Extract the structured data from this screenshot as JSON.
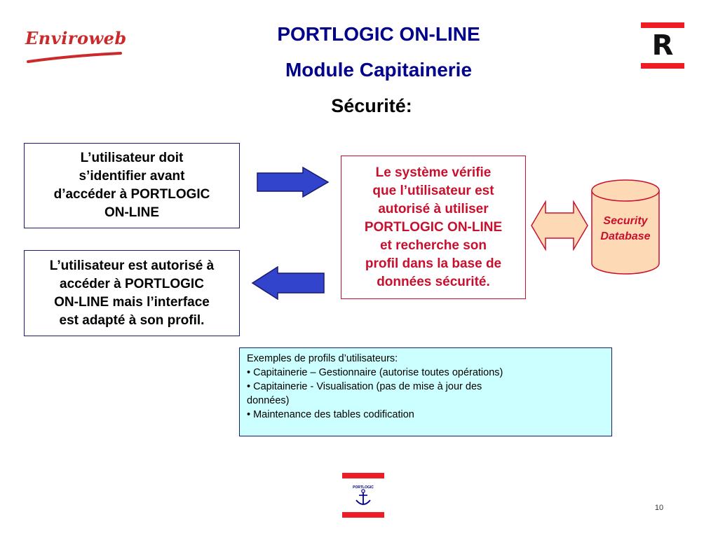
{
  "header": {
    "brand_logo_text": "Enviroweb",
    "title": "PORTLOGIC ON-LINE",
    "subtitle": "Module Capitainerie",
    "section": "Sécurité:",
    "corner_logo_letter": "R"
  },
  "diagram": {
    "identify_box": {
      "lines": [
        "L’utilisateur doit",
        "s’identifier avant",
        "d’accéder à PORTLOGIC",
        "ON-LINE"
      ]
    },
    "authorized_box": {
      "lines": [
        "L’utilisateur est autorisé à",
        "accéder à PORTLOGIC",
        "ON-LINE mais l’interface",
        "est adapté à son profil."
      ]
    },
    "system_box": {
      "lines": [
        "Le système vérifie",
        "que l’utilisateur est",
        "autorisé à utiliser",
        "PORTLOGIC ON-LINE",
        "et recherche son",
        "profil dans la base de",
        "données sécurité."
      ]
    },
    "database": {
      "label_line1": "Security",
      "label_line2": "Database"
    },
    "examples_box": {
      "heading": "Exemples de profils d’utilisateurs:",
      "items": [
        "• Capitainerie – Gestionnaire (autorise toutes opérations)",
        "• Capitainerie - Visualisation (pas de mise à jour des",
        "données)",
        "• Maintenance des tables codification"
      ]
    },
    "colors": {
      "arrow_fill": "#3344cc",
      "arrow_stroke": "#1a1a6e",
      "double_arrow_fill": "#fdd9b5",
      "double_arrow_stroke": "#c8102e",
      "database_fill": "#fdd9b5",
      "database_stroke": "#c8102e",
      "system_text": "#c8102e",
      "examples_bg": "#ccffff",
      "title_color": "#00008b",
      "brand_red": "#ee1c25"
    },
    "icons": {
      "right_arrow": "arrow-right-icon",
      "left_arrow": "arrow-left-icon",
      "double_arrow": "double-arrow-icon",
      "database": "database-cylinder-icon",
      "footer_logo": "portlogic-anchor-logo"
    }
  },
  "footer": {
    "logo_text": "PORTLOGIC",
    "page_number": "10"
  }
}
